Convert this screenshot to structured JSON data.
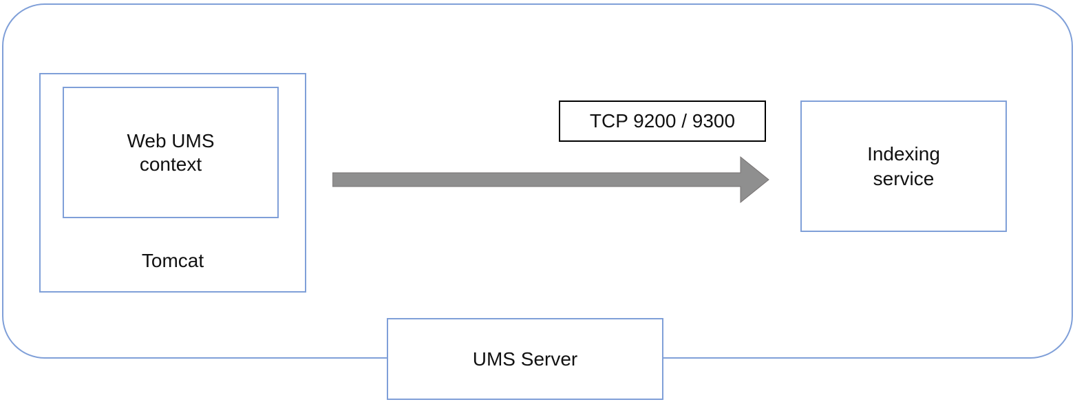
{
  "nodes": {
    "web_ums_context": {
      "lines": [
        "Web UMS",
        "context"
      ]
    },
    "tomcat": {
      "label": "Tomcat"
    },
    "indexing_service": {
      "lines": [
        "Indexing",
        "service"
      ]
    },
    "ums_server": {
      "label": "UMS Server"
    }
  },
  "connection": {
    "label": "TCP 9200 / 9300"
  },
  "colors": {
    "box_border": "#7f9fd8",
    "label_border": "#000000",
    "arrow_fill": "#8f8f8f",
    "arrow_stroke": "#767171",
    "text": "#111111",
    "background": "#ffffff"
  }
}
